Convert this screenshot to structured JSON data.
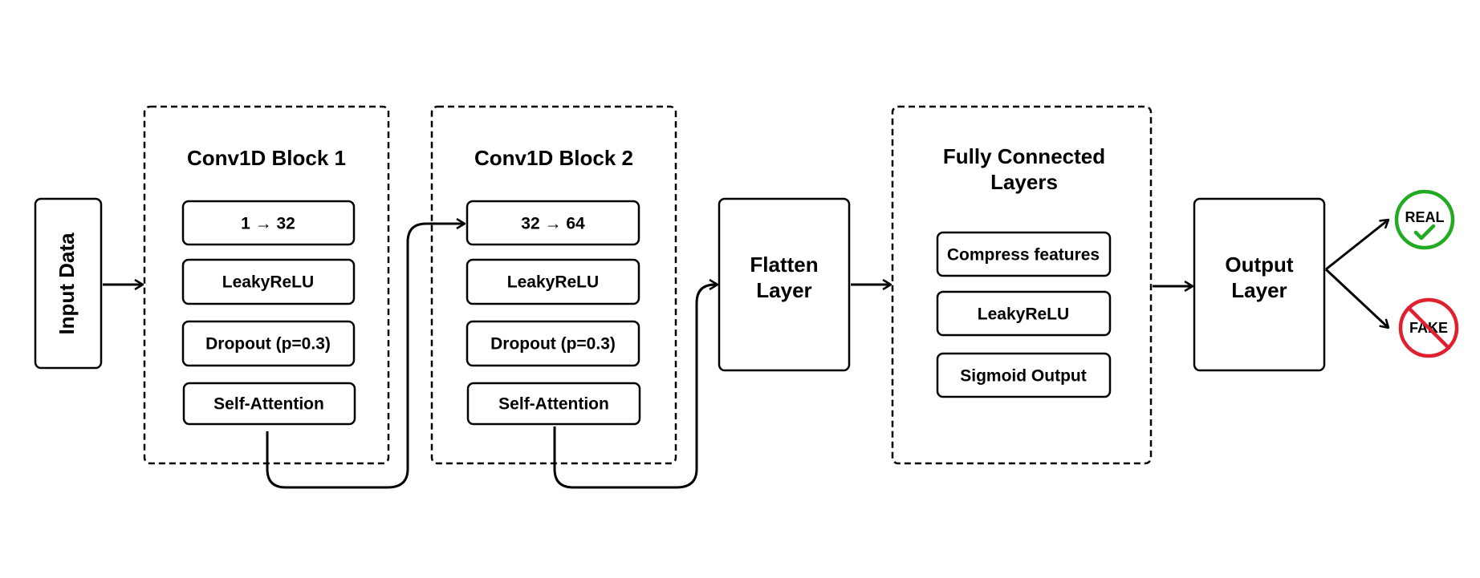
{
  "input": {
    "label": "Input Data"
  },
  "block1": {
    "title": "Conv1D Block 1",
    "items": [
      "1 → 32",
      "LeakyReLU",
      "Dropout (p=0.3)",
      "Self-Attention"
    ]
  },
  "block2": {
    "title": "Conv1D Block 2",
    "items": [
      "32 → 64",
      "LeakyReLU",
      "Dropout (p=0.3)",
      "Self-Attention"
    ]
  },
  "flatten": {
    "line1": "Flatten",
    "line2": "Layer"
  },
  "fc": {
    "title_line1": "Fully Connected",
    "title_line2": "Layers",
    "items": [
      "Compress features",
      "LeakyReLU",
      "Sigmoid Output"
    ]
  },
  "output": {
    "line1": "Output",
    "line2": "Layer"
  },
  "results": {
    "real": {
      "label": "REAL",
      "color": "#22aa22"
    },
    "fake": {
      "label": "FAKE",
      "color": "#e0202e"
    }
  }
}
